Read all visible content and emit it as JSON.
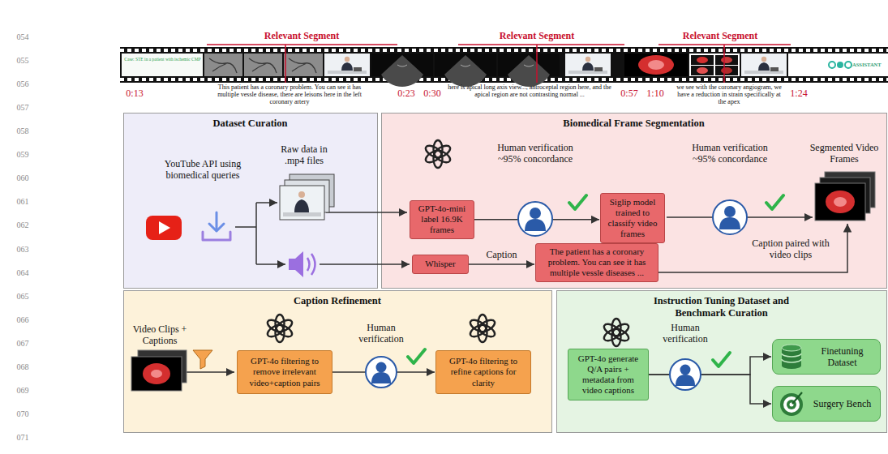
{
  "diagram": {
    "nodes": [
      {
        "text": [
          "Dataset Curation"
        ]
      },
      {
        "text": [
          "Biomedical Frame Segmentation"
        ]
      },
      {
        "text": [
          "GPT-4o-mini label 16.9K frames"
        ],
        "in": 1
      },
      {
        "text": [
          "Siglip model trained to classify video frames"
        ],
        "in": 1
      },
      {
        "text": [
          "Whisper"
        ],
        "in": 1
      },
      {
        "text": [
          "The patient has a coronary problem. You can see it has multiple vessle diseases ..."
        ],
        "in": 1
      },
      {
        "text": [
          "Caption Refinement"
        ]
      },
      {
        "text": [
          "GPT-4o filtering to remove irrelevant video+caption pairs"
        ],
        "in": 6
      },
      {
        "text": [
          "GPT-4o filtering to refine captions for clarity"
        ],
        "in": 6
      },
      {
        "text": [
          "Instruction Tuning Dataset and Benchmark Curation"
        ]
      },
      {
        "text": [
          "GPT-4o generate Q/A pairs + metadata from video captions"
        ],
        "in": 9
      },
      {
        "text": [
          "Finetuning Dataset"
        ],
        "in": 9
      },
      {
        "text": [
          "Surgery Bench"
        ],
        "in": 9
      }
    ],
    "edges": [
      {
        "from": 2,
        "to": 3,
        "arrow": "to"
      },
      {
        "from": 4,
        "to": 5,
        "label": "Caption",
        "arrow": "to"
      },
      {
        "from": 7,
        "to": 8,
        "arrow": "to"
      },
      {
        "from": 10,
        "to": 11,
        "arrow": "to"
      },
      {
        "from": 10,
        "to": 12,
        "arrow": "to"
      }
    ],
    "labels": [
      "054",
      "055",
      "056",
      "057",
      "058",
      "059",
      "060",
      "061",
      "062",
      "063",
      "064",
      "065",
      "066",
      "067",
      "068",
      "069",
      "070",
      "071",
      "Relevant Segment",
      "Relevant Segment",
      "Relevant Segment",
      "Case: STE in a patient with ischemic CMP",
      "ASSISTANT",
      "0:13",
      "This patient has a coronary problem. You can see it has multiple vessle disease, there are leisons here in the left coronary artery",
      "0:23",
      "0:30",
      "here is apical long axis view..., antroceptal region here, and the apical region are not contrasting normal ...",
      "0:57",
      "1:10",
      "we see with the coronary angiogram, we have a reduction in strain specifically at the apex",
      "1:24",
      "YouTube API using biomedical queries",
      "Raw data in .mp4 files",
      "Human verification ~95% concordance",
      "Human verification ~95% concordance",
      "Segmented Video Frames",
      "Caption paired with video clips",
      "Video Clips + Captions",
      "Human verification",
      "Human verification"
    ]
  }
}
